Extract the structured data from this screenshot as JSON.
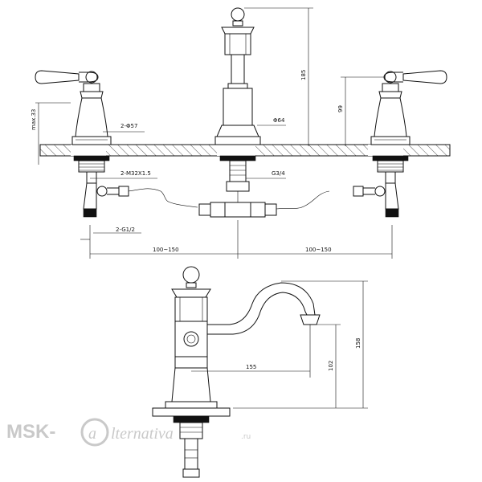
{
  "dimensions": {
    "height_max": "max.33",
    "deck_hole": "2-Φ57",
    "spout_base": "Φ64",
    "spout_height": "185",
    "handle_height": "99",
    "handle_thread": "2-M32X1.5",
    "center_thread": "G3/4",
    "inlet_thread": "2-G1/2",
    "left_spacing": "100~150",
    "right_spacing": "100~150",
    "spout_reach": "155",
    "spout_clearance": "102",
    "side_height": "158"
  },
  "watermark": {
    "brand": "MSK-",
    "tail": "lternativa",
    "tld": ".ru"
  }
}
